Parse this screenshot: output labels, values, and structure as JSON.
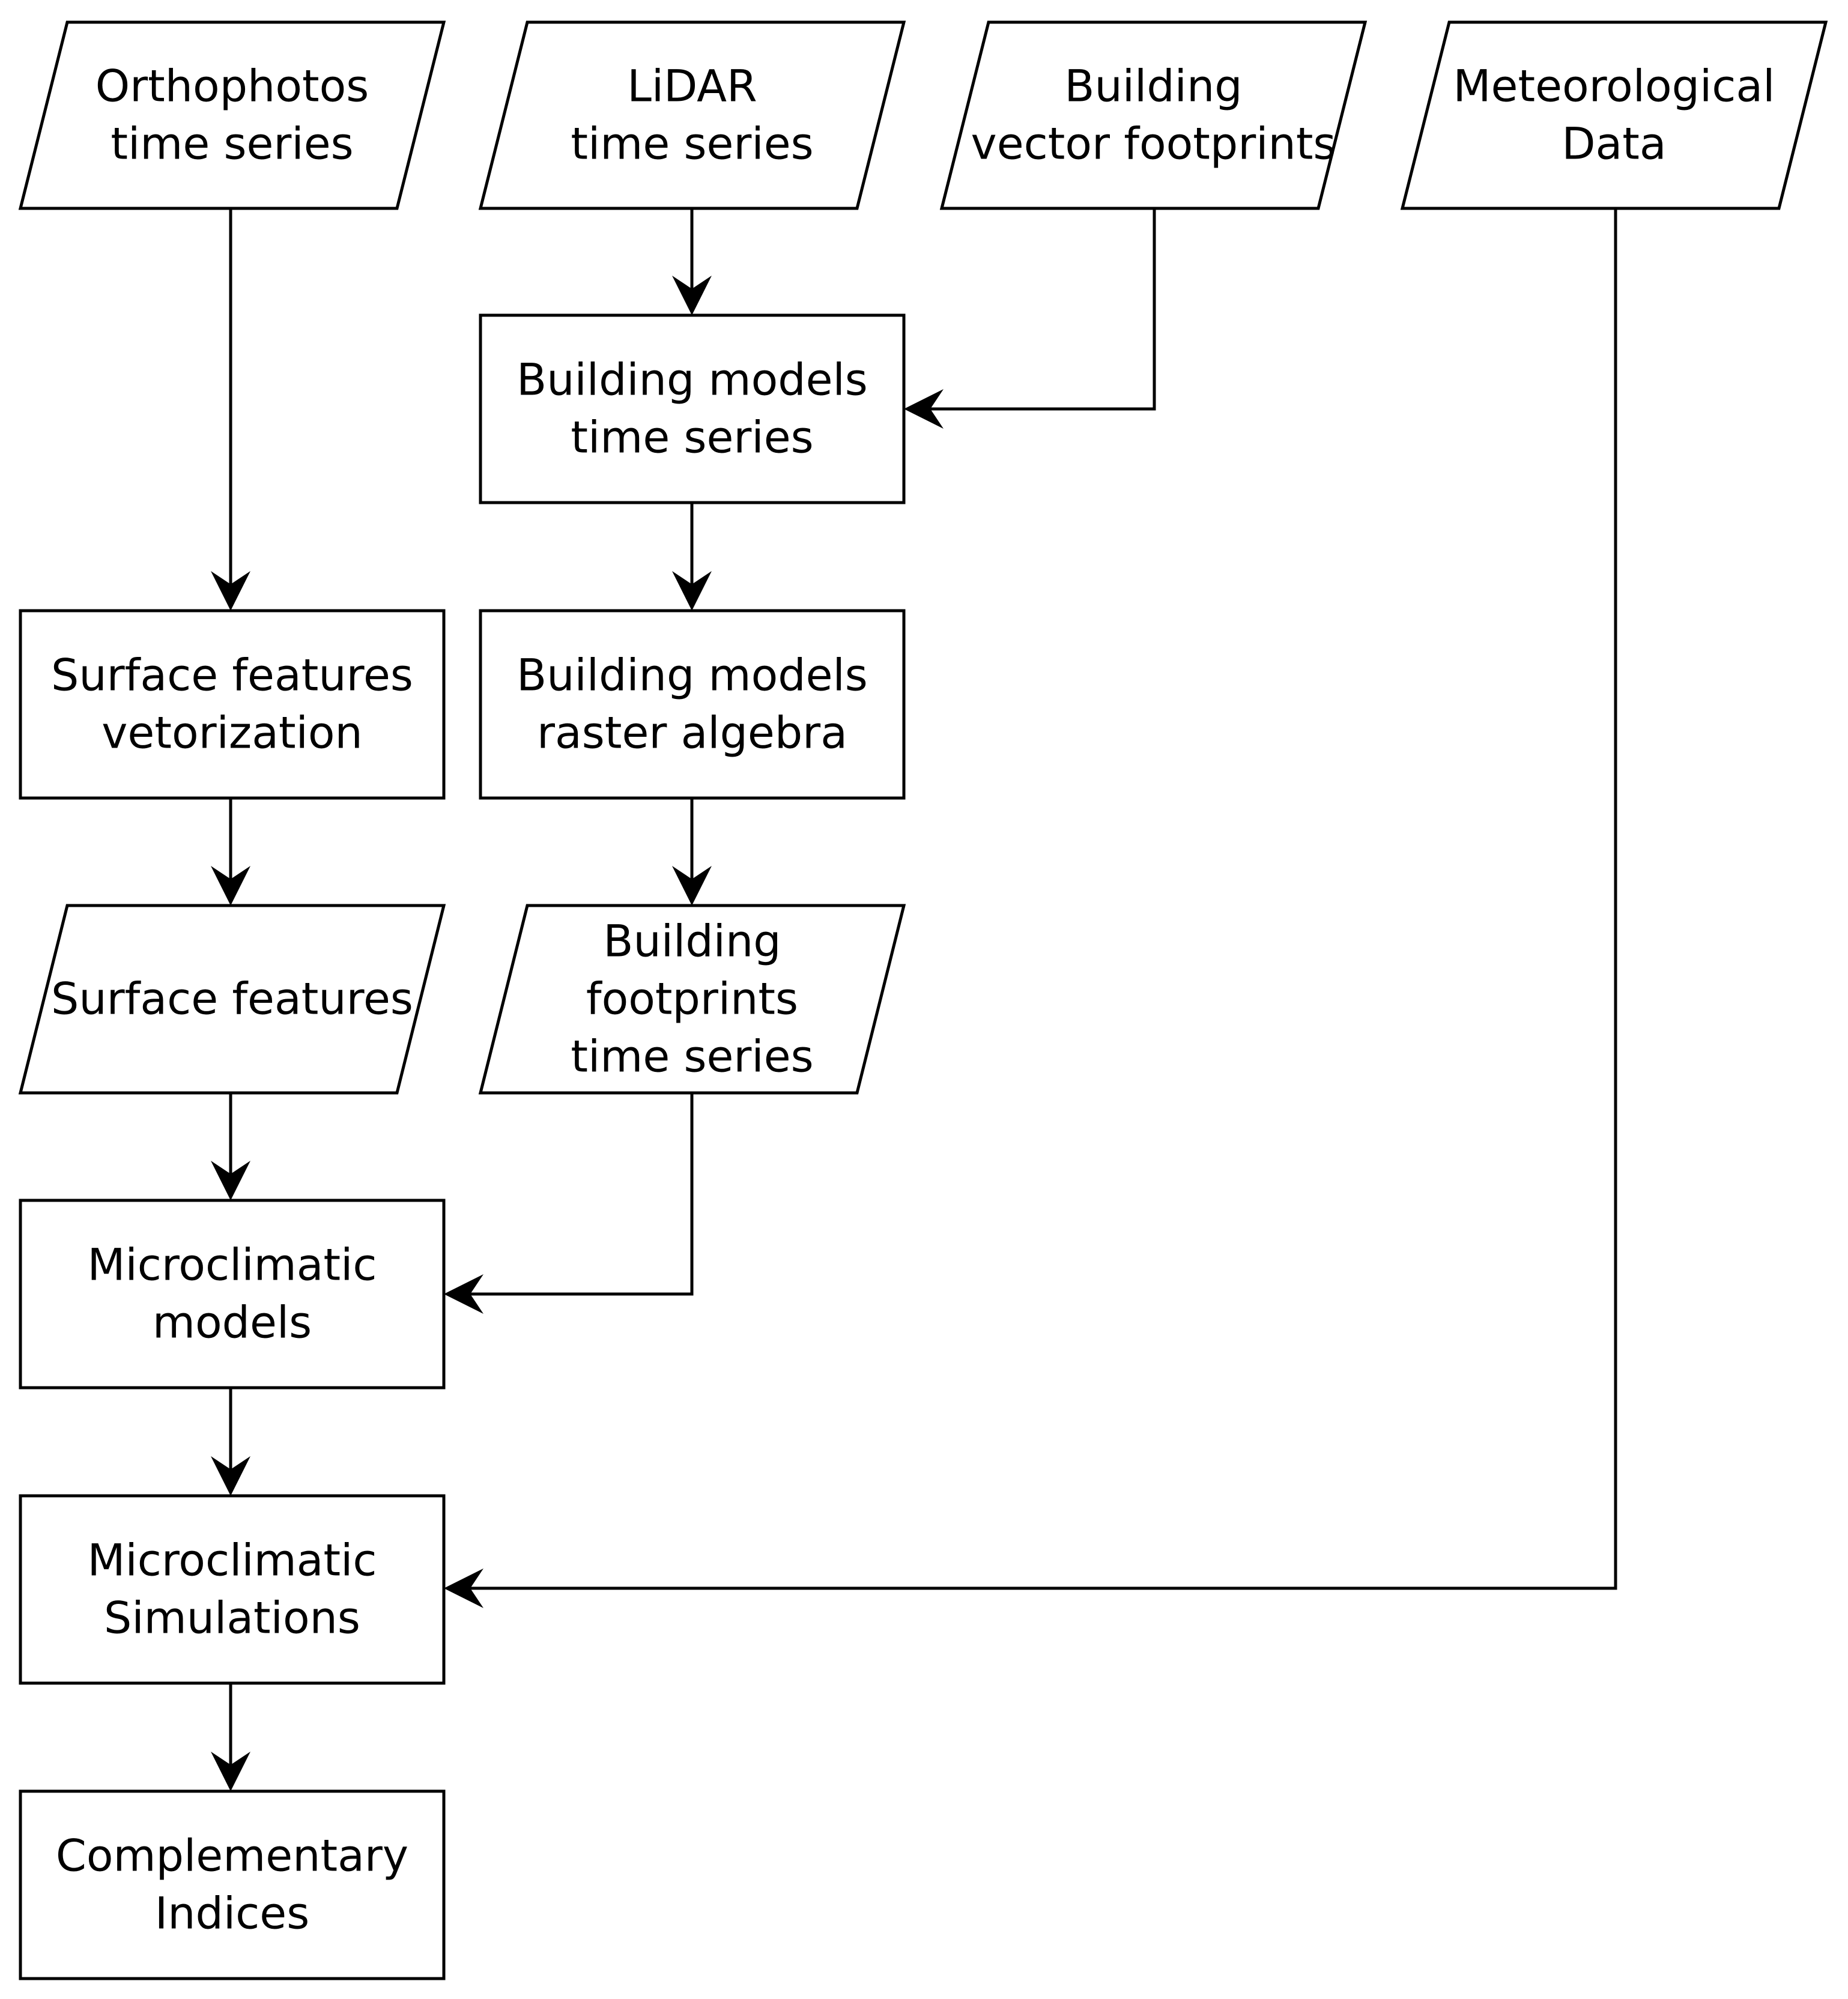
{
  "nodes": [
    {
      "id": "orthophotos",
      "shape": "data",
      "lines": [
        "Orthophotos",
        "time series"
      ]
    },
    {
      "id": "lidar",
      "shape": "data",
      "lines": [
        "LiDAR",
        "time series"
      ]
    },
    {
      "id": "vector-footprints",
      "shape": "data",
      "lines": [
        "Building",
        "vector footprints"
      ]
    },
    {
      "id": "meteorological",
      "shape": "data",
      "lines": [
        "Meteorological",
        "Data"
      ]
    },
    {
      "id": "building-models-ts",
      "shape": "process",
      "lines": [
        "Building models",
        "time series"
      ]
    },
    {
      "id": "surface-vectorization",
      "shape": "process",
      "lines": [
        "Surface features",
        "vetorization"
      ]
    },
    {
      "id": "raster-algebra",
      "shape": "process",
      "lines": [
        "Building models",
        "raster algebra"
      ]
    },
    {
      "id": "surface-features",
      "shape": "data",
      "lines": [
        "Surface features"
      ]
    },
    {
      "id": "footprints-ts",
      "shape": "data",
      "lines": [
        "Building",
        "footprints",
        "time series"
      ]
    },
    {
      "id": "microclimatic-models",
      "shape": "process",
      "lines": [
        "Microclimatic",
        "models"
      ]
    },
    {
      "id": "microclimatic-simulations",
      "shape": "process",
      "lines": [
        "Microclimatic",
        "Simulations"
      ]
    },
    {
      "id": "complementary-indices",
      "shape": "process",
      "lines": [
        "Complementary",
        "Indices"
      ]
    }
  ],
  "edges": [
    {
      "from": "orthophotos",
      "to": "surface-vectorization"
    },
    {
      "from": "lidar",
      "to": "building-models-ts"
    },
    {
      "from": "vector-footprints",
      "to": "building-models-ts"
    },
    {
      "from": "building-models-ts",
      "to": "raster-algebra"
    },
    {
      "from": "raster-algebra",
      "to": "footprints-ts"
    },
    {
      "from": "surface-vectorization",
      "to": "surface-features"
    },
    {
      "from": "surface-features",
      "to": "microclimatic-models"
    },
    {
      "from": "footprints-ts",
      "to": "microclimatic-models"
    },
    {
      "from": "microclimatic-models",
      "to": "microclimatic-simulations"
    },
    {
      "from": "meteorological",
      "to": "microclimatic-simulations"
    },
    {
      "from": "microclimatic-simulations",
      "to": "complementary-indices"
    }
  ],
  "colors": {
    "stroke": "#000000",
    "fill": "#ffffff",
    "background": "#ffffff"
  }
}
